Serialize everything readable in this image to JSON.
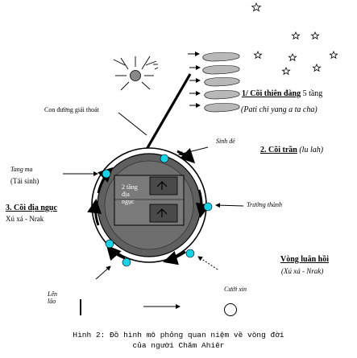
{
  "labels": {
    "heaven_title": "1/ Cõi thiên đàng",
    "heaven_suffix": " 5 tầng",
    "heaven_sub": "(Pati chi yang a ta cha)",
    "liberation_path": "Con đường giải thoát",
    "tang_ma": "Tang ma",
    "tai_sinh": "(Tái sinh)",
    "sinh_de": "Sinh đẻ",
    "coi_tran": "2. Cõi trần",
    "coi_tran_sub": " (lu lah)",
    "truong_thanh": "Trưởng thành",
    "coi_dia_nguc": "3. Cõi địa ngục",
    "xu_xa_nrak": "Xú xá - Nrak",
    "vong_luan_hoi": "Vòng luân hồi",
    "vong_luan_hoi_sub": "(Xú xá - Nrak)",
    "len_lao": "Lên lão",
    "cuoi_xin": "Cưới xin",
    "hell_box": [
      "2 tầng",
      "địa",
      "ngục"
    ]
  },
  "caption": {
    "line1": "Hình 2: Đồ hình mô phỏng quan niệm về vòng đời",
    "line2": "của người Chăm Ahiêr"
  },
  "colors": {
    "earth_fill": "#5f5f5f",
    "earth_inner": "#6e6e6e",
    "hell_box": "#7a7a7a",
    "stage_dot": "#19d2e6",
    "cloud": "#b8b8b8",
    "sun": "#888888"
  }
}
